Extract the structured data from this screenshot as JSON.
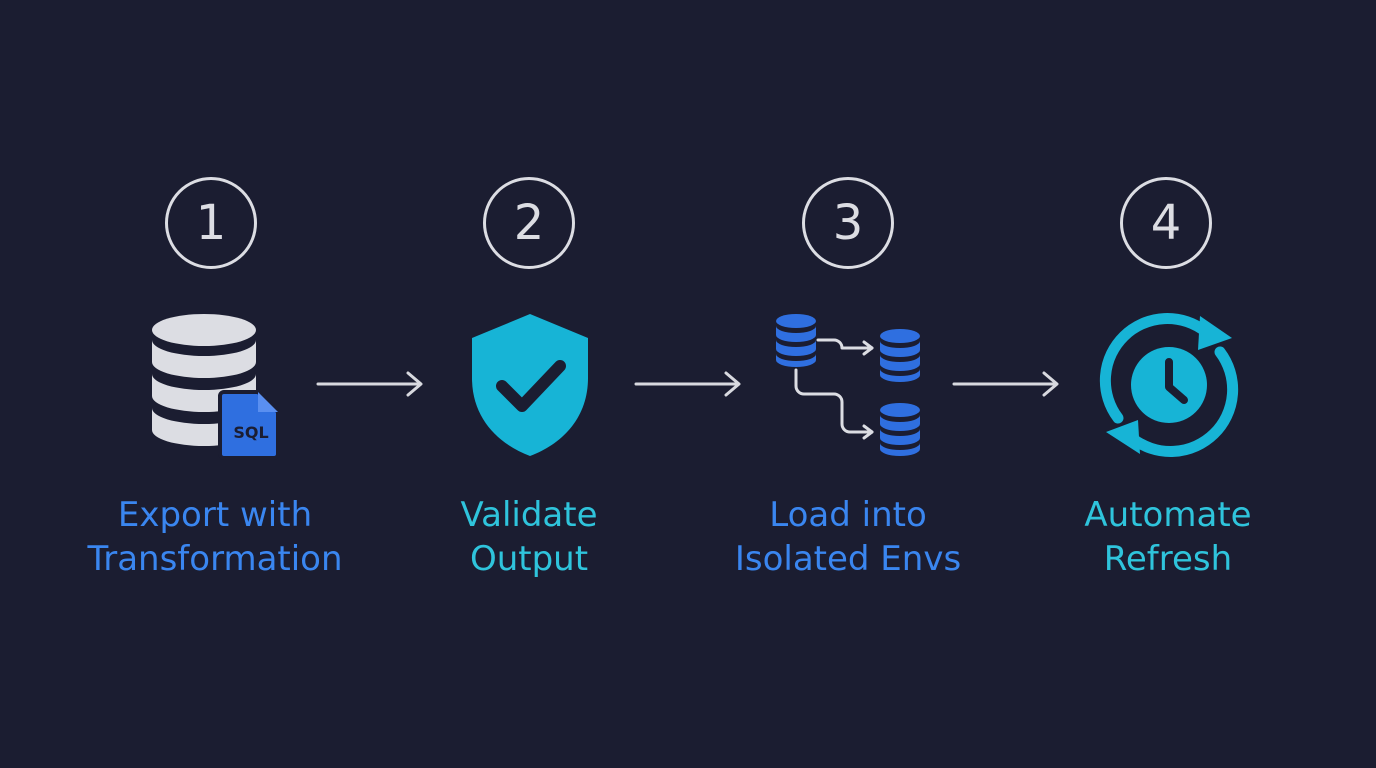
{
  "colors": {
    "background": "#1b1d31",
    "circle": "#dcdde3",
    "blue": "#3a86f0",
    "cyan": "#2fc4dc",
    "arrow": "#d8d9df"
  },
  "steps": [
    {
      "number": "1",
      "icon": "database-sql-icon",
      "badge": "SQL",
      "label_line1": "Export with",
      "label_line2": "Transformation",
      "label_color": "#3a86f0"
    },
    {
      "number": "2",
      "icon": "shield-check-icon",
      "label_line1": "Validate",
      "label_line2": "Output",
      "label_color": "#2fc4dc"
    },
    {
      "number": "3",
      "icon": "database-branch-icon",
      "label_line1": "Load into",
      "label_line2": "Isolated Envs",
      "label_color": "#3a86f0"
    },
    {
      "number": "4",
      "icon": "clock-refresh-icon",
      "label_line1": "Automate",
      "label_line2": "Refresh",
      "label_color": "#2fc4dc"
    }
  ],
  "arrows": [
    "arrow-right-icon",
    "arrow-right-icon",
    "arrow-right-icon"
  ]
}
